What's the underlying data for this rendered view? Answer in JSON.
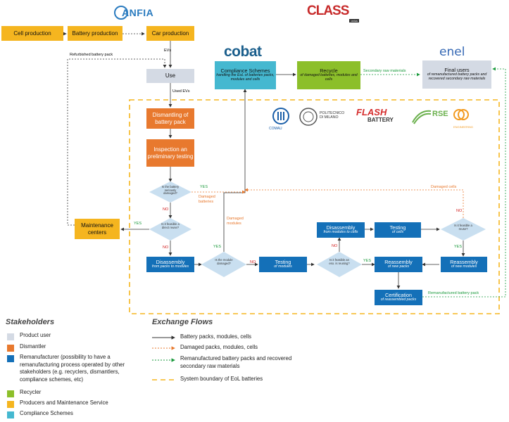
{
  "colors": {
    "product_user": "#d4dae4",
    "dismantler": "#e8792e",
    "remanufacturer": "#1470b8",
    "recycler": "#8cbf2a",
    "producers": "#f5b51f",
    "compliance": "#45b8d0",
    "boundary": "#f5b51f"
  },
  "logos": {
    "anfia": "ANFIA",
    "class": "CLASS",
    "class_sub": "onlus",
    "cobat": "cobat",
    "enel": "enel",
    "comau": "COMAU",
    "polimi": "POLITECNICO DI MILANO",
    "flash": "FLASH",
    "flash_sub": "BATTERY",
    "rse": "RSE",
    "unnamed": "ENGINEERING"
  },
  "boxes": {
    "cell_production": "Cell production",
    "battery_production": "Battery production",
    "car_production": "Car production",
    "use": "Use",
    "compliance_title": "Compliance Schemes",
    "compliance_sub": "handling the EoL of batteries packs, modules and cells",
    "recycle_title": "Recycle",
    "recycle_sub": "of damaged batteries, modules and cells",
    "final_users_title": "Final users",
    "final_users_sub": "of remanufactured battery packs and recovered secondary raw materials",
    "dismantling": "Dismantling of battery pack",
    "inspection": "Inspection an preliminary testing",
    "maintenance": "Maintenance centers",
    "disassembly1_title": "Disassembly",
    "disassembly1_sub": "from packs to modules",
    "testing1_title": "Testing",
    "testing1_sub": "of modules",
    "disassembly2_title": "Disassembly",
    "disassembly2_sub": "from modules to cells",
    "testing2_title": "Testing",
    "testing2_sub": "of cells",
    "reassembly1_title": "Reassembly",
    "reassembly1_sub": "of new packs",
    "reassembly2_title": "Reassembly",
    "reassembly2_sub": "of new modules",
    "certification_title": "Certification",
    "certification_sub": "of reassembled packs"
  },
  "decisions": {
    "d1": "Is the battery seriously damaged?",
    "d2": "Is it feasible a direct reuse?",
    "d3": "Is the module damaged?",
    "d4": "Is it feasible an eso. is reusing?",
    "d5": "Is it feasible a reuse?"
  },
  "labels": {
    "evs": "EVs",
    "used_evs": "Used EVs",
    "refurbished": "Refurbished battery pack",
    "secondary_raw": "Secondary raw materials",
    "damaged_batteries": "Damaged batteries",
    "damaged_modules": "Damaged modules",
    "damaged_cells": "Damaged cells",
    "remanufactured_pack": "Remanufactured battery pack",
    "yes": "YES",
    "no": "NO"
  },
  "legend": {
    "stakeholders_title": "Stakeholders",
    "stakeholders": [
      "Product user",
      "Dismantler",
      "Remanufacturer (possibility to have a remanufacturing process operated by other stakeholders (e.g. recyclers, dismantlers, compliance schemes, etc)",
      "Recycler",
      "Producers and Maintenance Service",
      "Compliance Schemes"
    ],
    "flows_title": "Exchange Flows",
    "flows": [
      "Battery packs, modules, cells",
      "Damaged packs, modules, cells",
      "Remanufactured battery packs and recovered secondary raw materials",
      "System boundary of EoL batteries"
    ]
  }
}
